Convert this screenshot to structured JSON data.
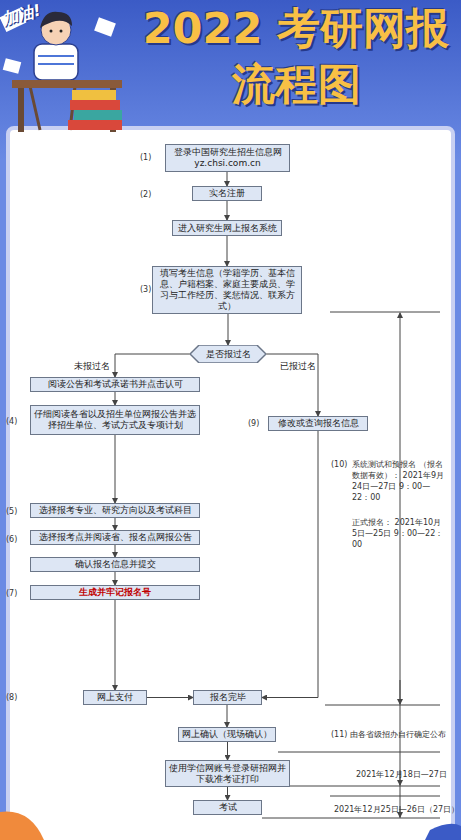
{
  "diagram": {
    "title": "2022 考研网报流程图",
    "nodes": [
      {
        "text": [
          "登录中国研究生招生信息网 yz.chsi.com.cn"
        ]
      },
      {
        "text": [
          "实名注册"
        ]
      },
      {
        "text": [
          "进入研究生网上报名系统"
        ]
      },
      {
        "text": [
          "填写考生信息（学籍学历、基本信息、户籍档案、家庭主要成员、学习与工作经历、奖惩情况、联系方式）"
        ]
      },
      {
        "text": [
          "是否报过名"
        ]
      },
      {
        "text": [
          "阅读公告和考试承诺书并点击认可"
        ]
      },
      {
        "text": [
          "仔细阅读各省以及招生单位网报公告并选择招生单位、考试方式及专项计划"
        ]
      },
      {
        "text": [
          "修改或查询报名信息"
        ]
      },
      {
        "text": [
          "选择报考专业、研究方向以及考试科目"
        ]
      },
      {
        "text": [
          "选择报考点并阅读省、报名点网报公告"
        ]
      },
      {
        "text": [
          "确认报名信息并提交"
        ]
      },
      {
        "text": [
          "生成并牢记报名号"
        ]
      },
      {
        "text": [
          "网上支付"
        ]
      },
      {
        "text": [
          "报名完毕"
        ]
      },
      {
        "text": [
          "网上确认（现场确认）"
        ]
      },
      {
        "text": [
          "使用学信网账号登录研招网并下载准考证打印"
        ]
      },
      {
        "text": [
          "考试"
        ]
      }
    ],
    "edges": [
      {
        "from": 0,
        "to": 1,
        "arrow": "to"
      },
      {
        "from": 1,
        "to": 2,
        "arrow": "to"
      },
      {
        "from": 2,
        "to": 3,
        "arrow": "to"
      },
      {
        "from": 3,
        "to": 4,
        "arrow": "to"
      },
      {
        "from": 4,
        "to": 5,
        "label": "未报过名",
        "arrow": "to"
      },
      {
        "from": 4,
        "to": 7,
        "label": "已报过名",
        "arrow": "to"
      },
      {
        "from": 5,
        "to": 6,
        "arrow": "to"
      },
      {
        "from": 6,
        "to": 8,
        "arrow": "to"
      },
      {
        "from": 8,
        "to": 9,
        "arrow": "to"
      },
      {
        "from": 9,
        "to": 10,
        "arrow": "to"
      },
      {
        "from": 10,
        "to": 11,
        "arrow": "to"
      },
      {
        "from": 11,
        "to": 12,
        "arrow": "to"
      },
      {
        "from": 12,
        "to": 13,
        "arrow": "to"
      },
      {
        "from": 7,
        "to": 13,
        "arrow": "to"
      },
      {
        "from": 13,
        "to": 14,
        "arrow": "to"
      },
      {
        "from": 14,
        "to": 15,
        "arrow": "to"
      },
      {
        "from": 15,
        "to": 16,
        "arrow": "to"
      }
    ],
    "labels": [
      "加油!",
      "(1)",
      "(2)",
      "(3)",
      "(4)",
      "(5)",
      "(6)",
      "(7)",
      "(8)",
      "(9)",
      "(10)",
      "系统测试和预报名 （报名数据有效）： 2021年9月24日—27日 9：00—22：00",
      "正式报名： 2021年10月5日—25日 9：00—22：00",
      "(11)",
      "由各省级招办自行确定公布",
      "2021年12月18日—27日",
      "2021年12月25日—26日（27日）"
    ]
  }
}
